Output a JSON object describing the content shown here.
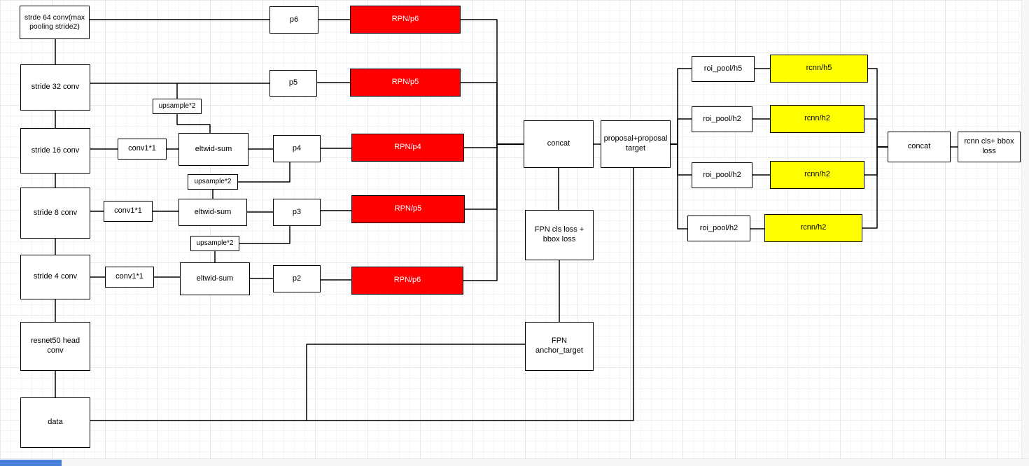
{
  "diagram": {
    "backbone": {
      "stride64": "strde 64 conv(max pooling stride2)",
      "stride32": "stride 32 conv",
      "stride16": "stride 16 conv",
      "stride8": "stride 8 conv",
      "stride4": "stride 4 conv",
      "resnet50": "resnet50 head conv",
      "data": "data"
    },
    "fpn": {
      "p6": "p6",
      "p5": "p5",
      "p4": "p4",
      "p3": "p3",
      "p2": "p2",
      "upsample1": "upsample*2",
      "upsample2": "upsample*2",
      "upsample3": "upsample*2",
      "conv1": "conv1*1",
      "conv2": "conv1*1",
      "conv3": "conv1*1",
      "eltwid1": "eltwid-sum",
      "eltwid2": "eltwid-sum",
      "eltwid3": "eltwid-sum"
    },
    "rpn": {
      "rpn_p6": "RPN/p6",
      "rpn_p5": "RPN/p5",
      "rpn_p4": "RPN/p4",
      "rpn_p3": "RPN/p5",
      "rpn_p2": "RPN/p6"
    },
    "heads": {
      "concat1": "concat",
      "proposal": "proposal+proposal target",
      "fpn_cls_loss": "FPN cls loss + bbox loss",
      "fpn_anchor_target": "FPN anchor_target",
      "roi5": "roi_pool/h5",
      "roi2a": "roi_pool/h2",
      "roi2b": "roi_pool/h2",
      "roi2c": "roi_pool/h2",
      "rcnn5": "rcnn/h5",
      "rcnn2a": "rcnn/h2",
      "rcnn2b": "rcnn/h2",
      "rcnn2c": "rcnn/h2",
      "concat2": "concat",
      "rcnn_loss": "rcnn cls+ bbox loss"
    },
    "colors": {
      "rpn_box_fill": "#ff0000",
      "rpn_box_text": "#ffffff",
      "rcnn_box_fill": "#ffff00",
      "node_fill": "#ffffff",
      "node_border": "#000000",
      "edge_stroke": "#000000",
      "grid_minor": "#f5f5f5",
      "grid_major": "#e7e7e7",
      "scrollbar_thumb": "#477fdb"
    }
  }
}
